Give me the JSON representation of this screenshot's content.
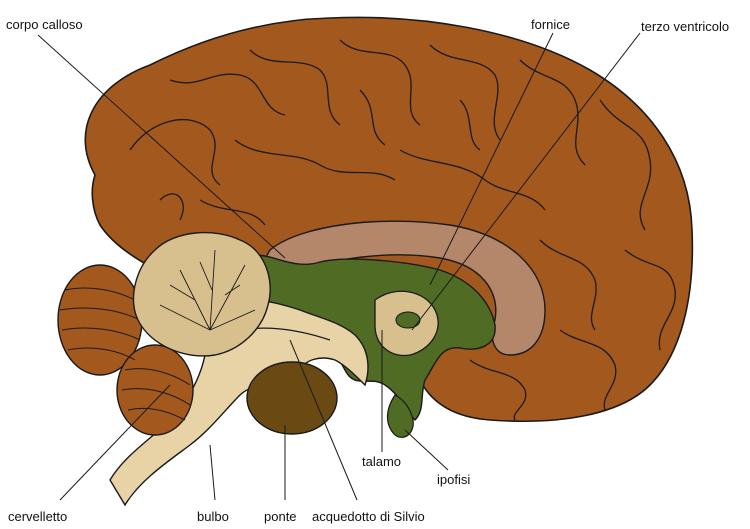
{
  "diagram": {
    "labels": {
      "corpo_calloso": "corpo calloso",
      "fornice": "fornice",
      "terzo_ventricolo": "terzo ventricolo",
      "cervelletto": "cervelletto",
      "bulbo": "bulbo",
      "ponte": "ponte",
      "acquedotto": "acquedotto di Silvio",
      "talamo": "talamo",
      "ipofisi": "ipofisi"
    }
  }
}
